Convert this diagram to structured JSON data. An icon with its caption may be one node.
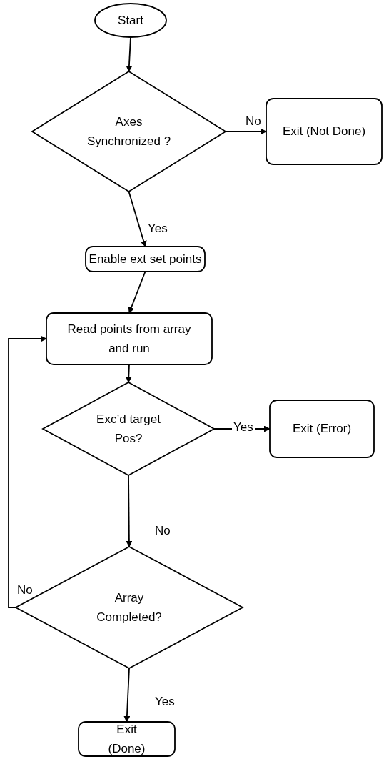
{
  "diagram": {
    "nodes": [
      {
        "text": [
          "Start"
        ]
      },
      {
        "text": [
          "Axes Synchronized ?"
        ]
      },
      {
        "text": [
          "Exit (Not Done)"
        ]
      },
      {
        "text": [
          "Enable ext set points"
        ]
      },
      {
        "text": [
          "Read points from array and run"
        ]
      },
      {
        "text": [
          "Exc’d target Pos?"
        ]
      },
      {
        "text": [
          "Exit (Error)"
        ]
      },
      {
        "text": [
          "Array Completed?"
        ]
      },
      {
        "text": [
          "Exit (Done)"
        ]
      }
    ],
    "edges": [
      {
        "from": 0,
        "to": 1,
        "arrow": "to"
      },
      {
        "from": 1,
        "to": 2,
        "arrow": "to",
        "label": "No"
      },
      {
        "from": 1,
        "to": 3,
        "arrow": "to",
        "label": "Yes"
      },
      {
        "from": 3,
        "to": 4,
        "arrow": "to"
      },
      {
        "from": 4,
        "to": 5,
        "arrow": "to"
      },
      {
        "from": 5,
        "to": 6,
        "arrow": "to",
        "label": "Yes"
      },
      {
        "from": 5,
        "to": 7,
        "arrow": "to",
        "label": "No"
      },
      {
        "from": 7,
        "to": 4,
        "arrow": "to",
        "label": "No"
      },
      {
        "from": 7,
        "to": 8,
        "arrow": "to",
        "label": "Yes"
      }
    ]
  }
}
